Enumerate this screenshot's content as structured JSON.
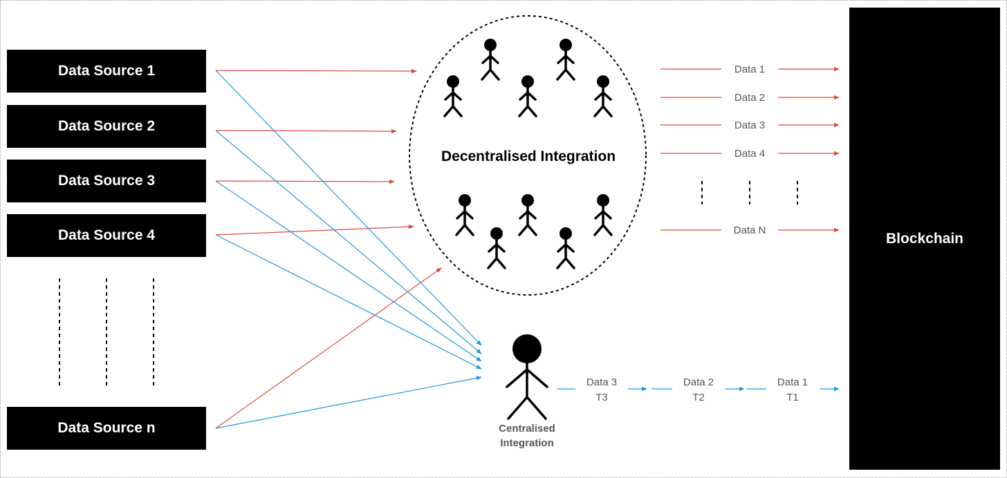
{
  "sources": [
    {
      "label": "Data Source 1"
    },
    {
      "label": "Data Source 2"
    },
    {
      "label": "Data Source 3"
    },
    {
      "label": "Data Source 4"
    },
    {
      "label": "Data Source n"
    }
  ],
  "blockchain": {
    "label": "Blockchain"
  },
  "decentralised": {
    "label": "Decentralised Integration"
  },
  "centralised": {
    "label_line1": "Centralised",
    "label_line2": "Integration"
  },
  "decentralised_outputs": [
    {
      "label": "Data 1"
    },
    {
      "label": "Data 2"
    },
    {
      "label": "Data 3"
    },
    {
      "label": "Data 4"
    },
    {
      "label": "Data N"
    }
  ],
  "centralised_outputs": [
    {
      "line1": "Data 3",
      "line2": "T3"
    },
    {
      "line1": "Data 2",
      "line2": "T2"
    },
    {
      "line1": "Data 1",
      "line2": "T1"
    }
  ],
  "colors": {
    "red": "#e0463a",
    "blue": "#1c97de",
    "black": "#000000",
    "label_gray": "#555555"
  }
}
